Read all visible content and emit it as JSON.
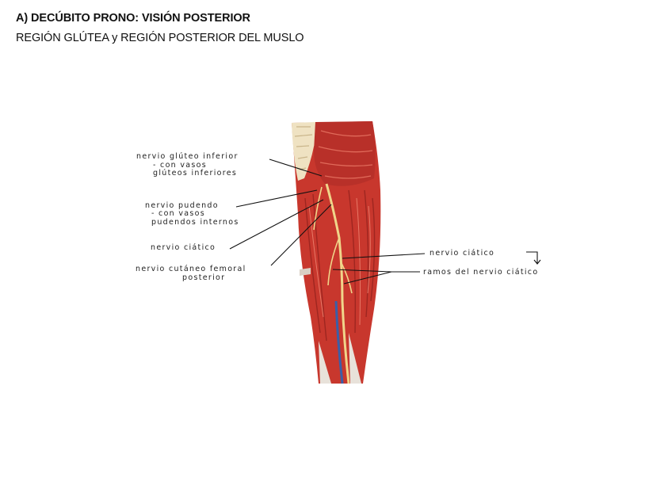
{
  "header": {
    "title": "A) DECÚBITO PRONO: VISIÓN POSTERIOR",
    "subtitle": "REGIÓN GLÚTEA y REGIÓN POSTERIOR DEL MUSLO"
  },
  "labels": {
    "gluteo_inferior": [
      "nervio glúteo inferior",
      "- con vasos",
      "glúteos inferiores"
    ],
    "pudendo": [
      "nervio pudendo",
      "- con vasos",
      "pudendos internos"
    ],
    "ciatico_left": "nervio ciático",
    "cutaneo": [
      "nervio cutáneo femoral",
      "posterior"
    ],
    "ciatico_right": "nervio ciático",
    "ramos": "ramos del nervio ciático"
  },
  "colors": {
    "muscle": "#c8372d",
    "muscle_dark": "#9e2620",
    "muscle_light": "#e06a5a",
    "nerve": "#f0d58a",
    "bone": "#efe2c2",
    "tendon": "#e8e2da",
    "vessel_blue": "#3a5fa8"
  }
}
